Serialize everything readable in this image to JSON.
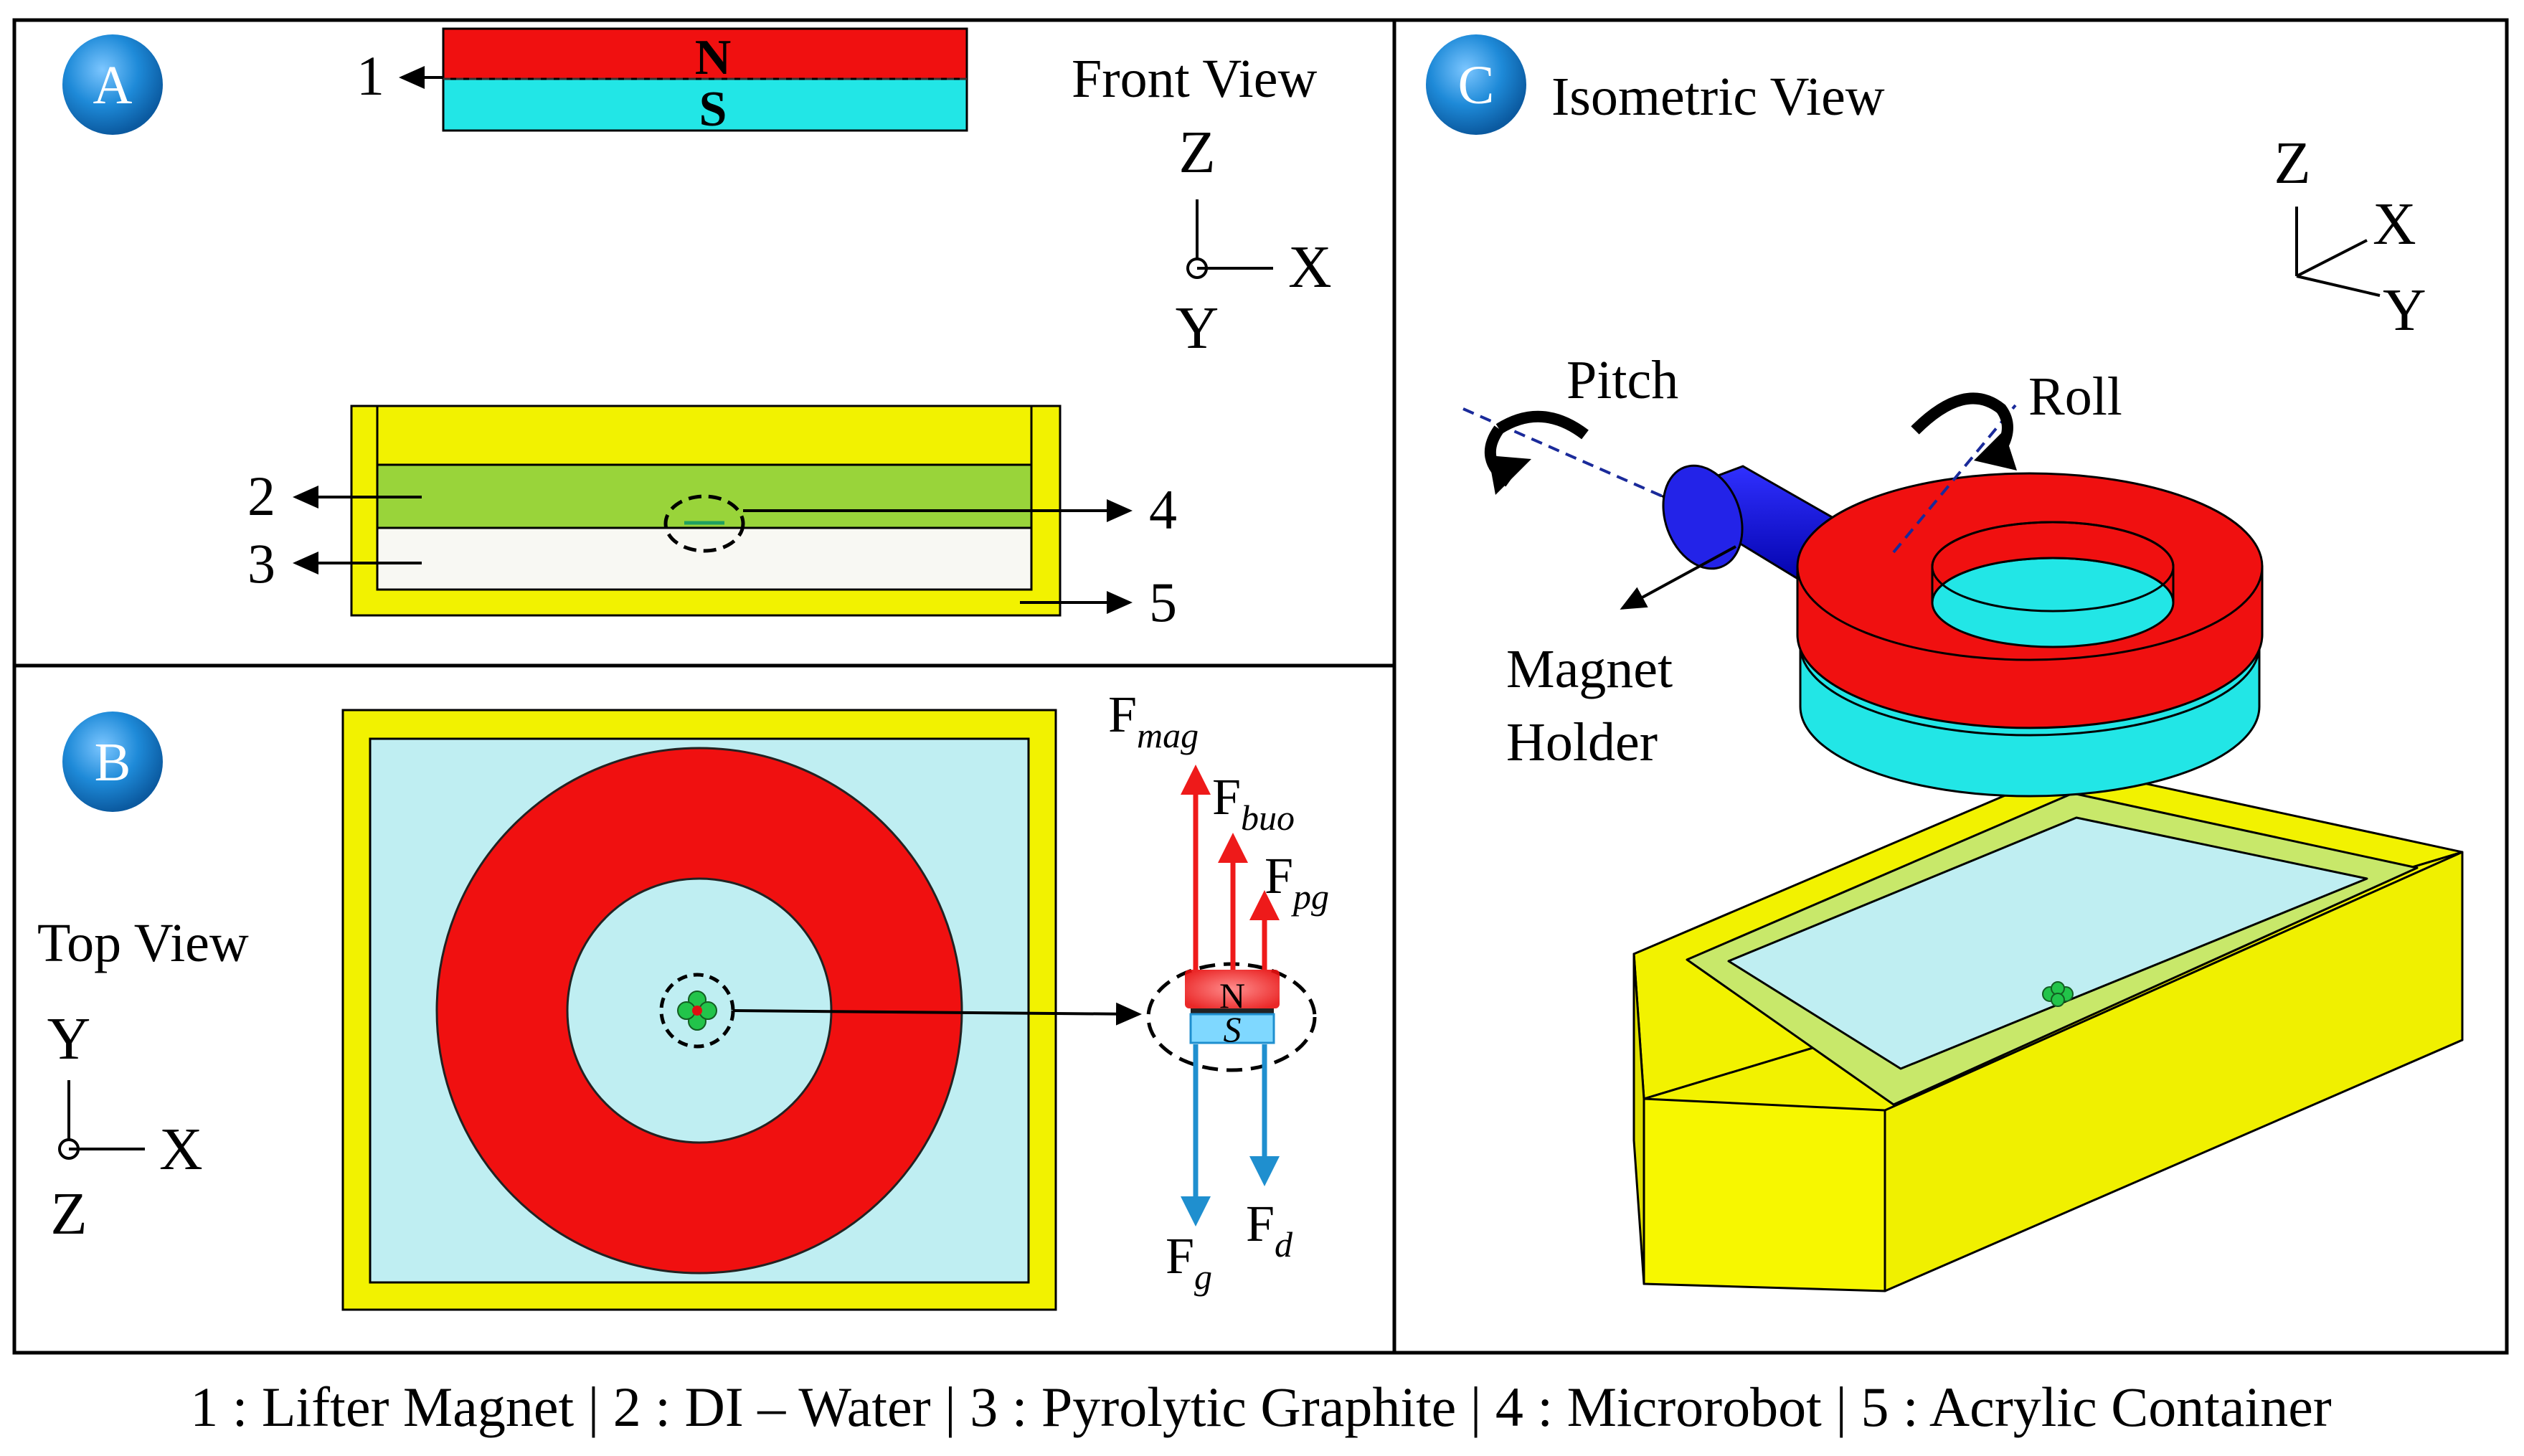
{
  "panels": {
    "a": {
      "badge": "A",
      "title": "Front View",
      "axes": {
        "up": "Z",
        "right": "X",
        "out": "Y"
      },
      "magnet_poles": {
        "north": "N",
        "south": "S"
      },
      "callouts": [
        "1",
        "2",
        "3",
        "4",
        "5"
      ]
    },
    "b": {
      "badge": "B",
      "title": "Top View",
      "axes": {
        "up": "Y",
        "right": "X",
        "out": "Z"
      },
      "magnet_poles": {
        "north": "N",
        "south": "S"
      },
      "forces": [
        {
          "symbol": "F",
          "sub": "mag"
        },
        {
          "symbol": "F",
          "sub": "buo"
        },
        {
          "symbol": "F",
          "sub": "pg"
        },
        {
          "symbol": "F",
          "sub": "g"
        },
        {
          "symbol": "F",
          "sub": "d"
        }
      ]
    },
    "c": {
      "badge": "C",
      "title": "Isometric View",
      "axes": {
        "up": "Z",
        "right": "X",
        "out": "Y"
      },
      "rotations": {
        "pitch": "Pitch",
        "roll": "Roll"
      },
      "holder_label": {
        "line1": "Magnet",
        "line2": "Holder"
      }
    }
  },
  "caption": "1 : Lifter Magnet | 2 : DI – Water | 3 : Pyrolytic Graphite | 4 : Microrobot | 5 : Acrylic Container",
  "colors": {
    "magnet_north": "#f01010",
    "magnet_south": "#22e6e6",
    "container": "#f2f200",
    "water": "#99d43a",
    "tank_floor": "#bfeef2",
    "graphite": "#f8f8f3",
    "force_up": "#ee1a1a",
    "force_down": "#1f8fcf",
    "badge": "#1e8ad8",
    "holder": "#1010cc",
    "microrobot": "#22c44a"
  }
}
